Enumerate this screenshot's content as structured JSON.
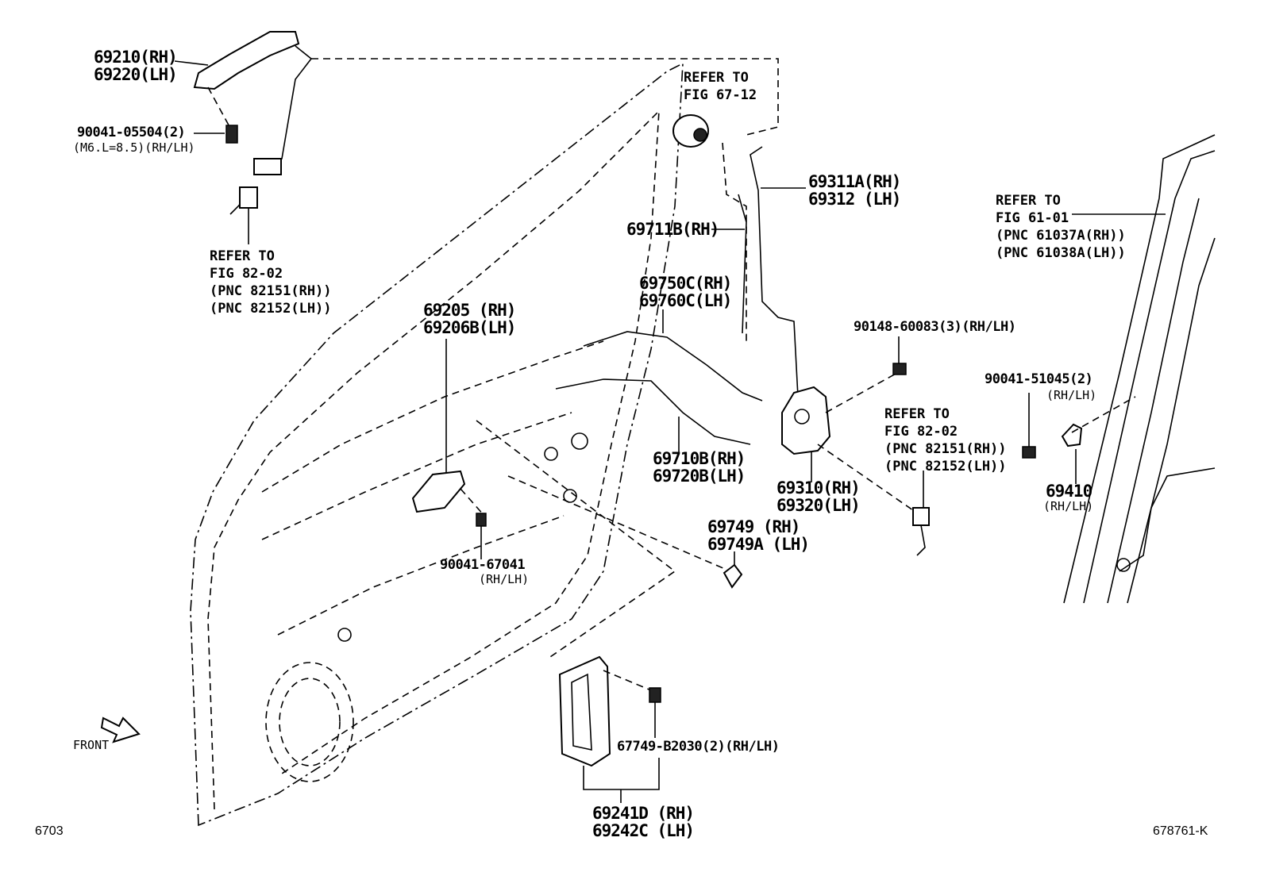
{
  "labels": {
    "handle_outer": [
      "69210(RH)",
      "69220(LH)"
    ],
    "bolt_handle": [
      "90041-05504(2)",
      "(M6.L=8.5)(RH/LH)"
    ],
    "refer_82_top": [
      "REFER TO",
      "FIG 82-02",
      "(PNC 82151(RH))",
      "(PNC 82152(LH))"
    ],
    "refer_67": [
      "REFER TO",
      "FIG 67-12"
    ],
    "rod_69311": [
      "69311A(RH)",
      "69312 (LH)"
    ],
    "rod_69711": [
      "69711B(RH)"
    ],
    "refer_61": [
      "REFER TO",
      "FIG 61-01",
      "(PNC 61037A(RH))",
      "(PNC 61038A(LH))"
    ],
    "cable_69750": [
      "69750C(RH)",
      "69760C(LH)"
    ],
    "handle_inner": [
      "69205 (RH)",
      "69206B(LH)"
    ],
    "screw_90148": [
      "90148-60083(3)(RH/LH)"
    ],
    "screw_90041_51": [
      "90041-51045(2)",
      "(RH/LH)"
    ],
    "refer_82_mid": [
      "REFER TO",
      "FIG 82-02",
      "(PNC 82151(RH))",
      "(PNC 82152(LH))"
    ],
    "cable_69710": [
      "69710B(RH)",
      "69720B(LH)"
    ],
    "lock_69310": [
      "69310(RH)",
      "69320(LH)"
    ],
    "striker_69410": [
      "69410",
      "(RH/LH)"
    ],
    "clip_69749": [
      "69749 (RH)",
      "69749A (LH)"
    ],
    "screw_90041_67": [
      "90041-67041",
      "(RH/LH)"
    ],
    "clip_67749": [
      "67749-B2030(2)(RH/LH)"
    ],
    "cover_69241": [
      "69241D (RH)",
      "69242C (LH)"
    ],
    "front": "FRONT"
  },
  "corners": {
    "left": "6703",
    "right": "678761-K"
  }
}
